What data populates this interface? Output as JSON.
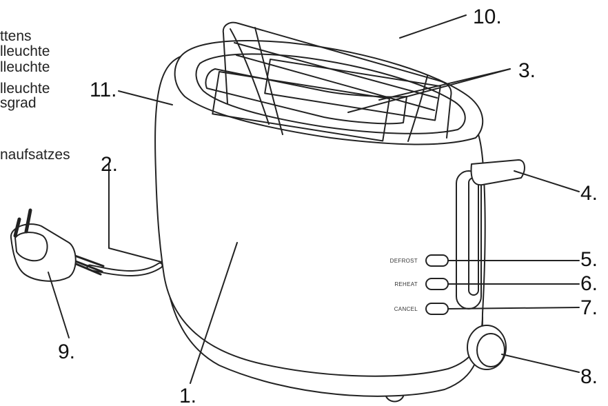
{
  "legend_lines": [
    "ttens",
    "lleuchte",
    "lleuchte",
    "lleuchte",
    "sgrad",
    "naufsatzes"
  ],
  "button_labels": {
    "defrost": "DEFROST",
    "reheat": "REHEAT",
    "cancel": "CANCEL"
  },
  "callouts": {
    "body": "1.",
    "cord": "2.",
    "slots": "3.",
    "lever": "4.",
    "defrost": "5.",
    "reheat": "6.",
    "cancel": "7.",
    "knob": "8.",
    "plug": "9.",
    "rack": "10.",
    "crumb_tray": "11."
  }
}
